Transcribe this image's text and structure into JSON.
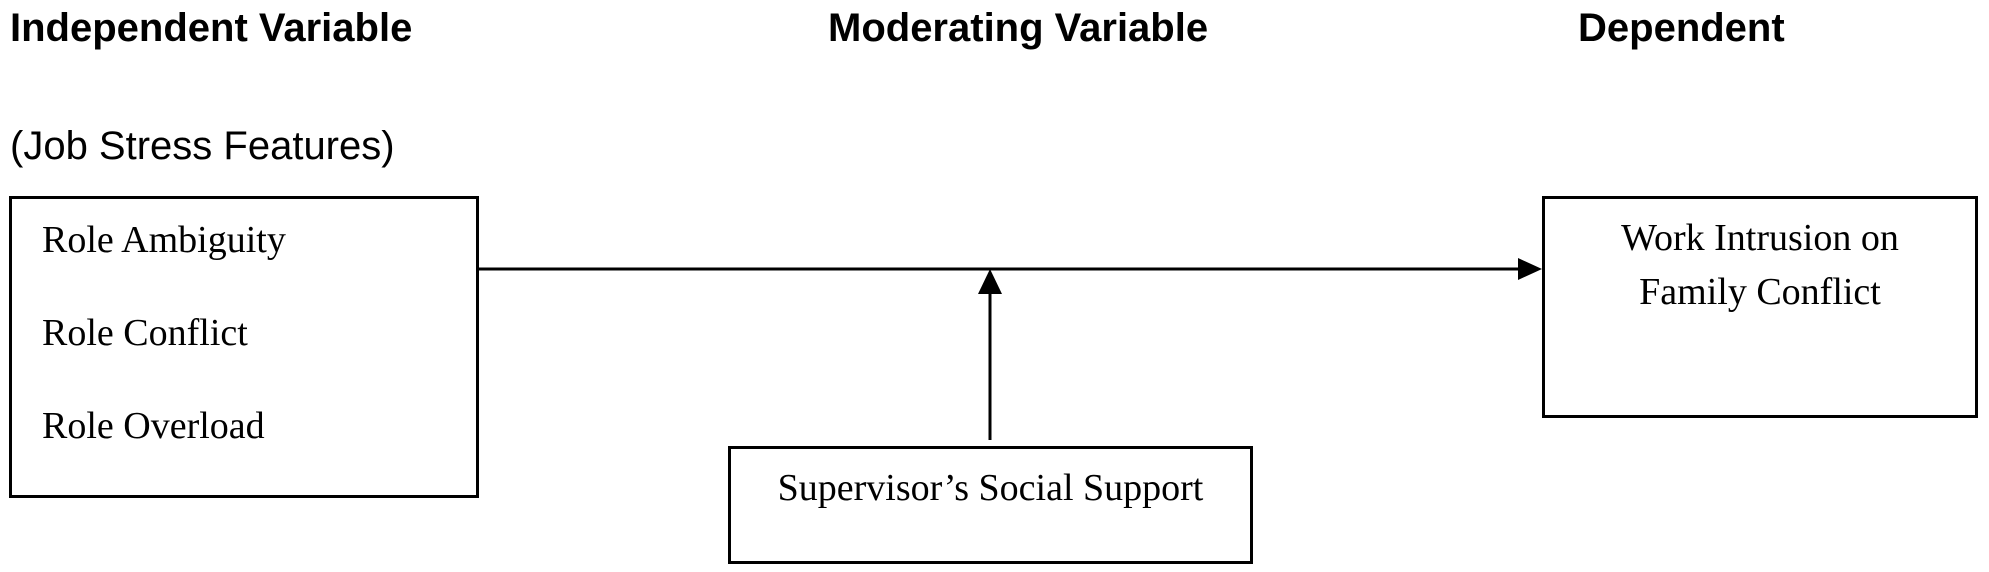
{
  "headers": {
    "independent": "Independent Variable",
    "moderating": "Moderating Variable",
    "dependent": "Dependent",
    "independent_sub": "(Job Stress Features)"
  },
  "independent_box": {
    "items": [
      "Role Ambiguity",
      "Role Conflict",
      "Role Overload"
    ]
  },
  "dependent_box": {
    "line1": "Work Intrusion on",
    "line2": "Family Conflict"
  },
  "moderator_box": {
    "label": "Supervisor’s Social Support"
  }
}
